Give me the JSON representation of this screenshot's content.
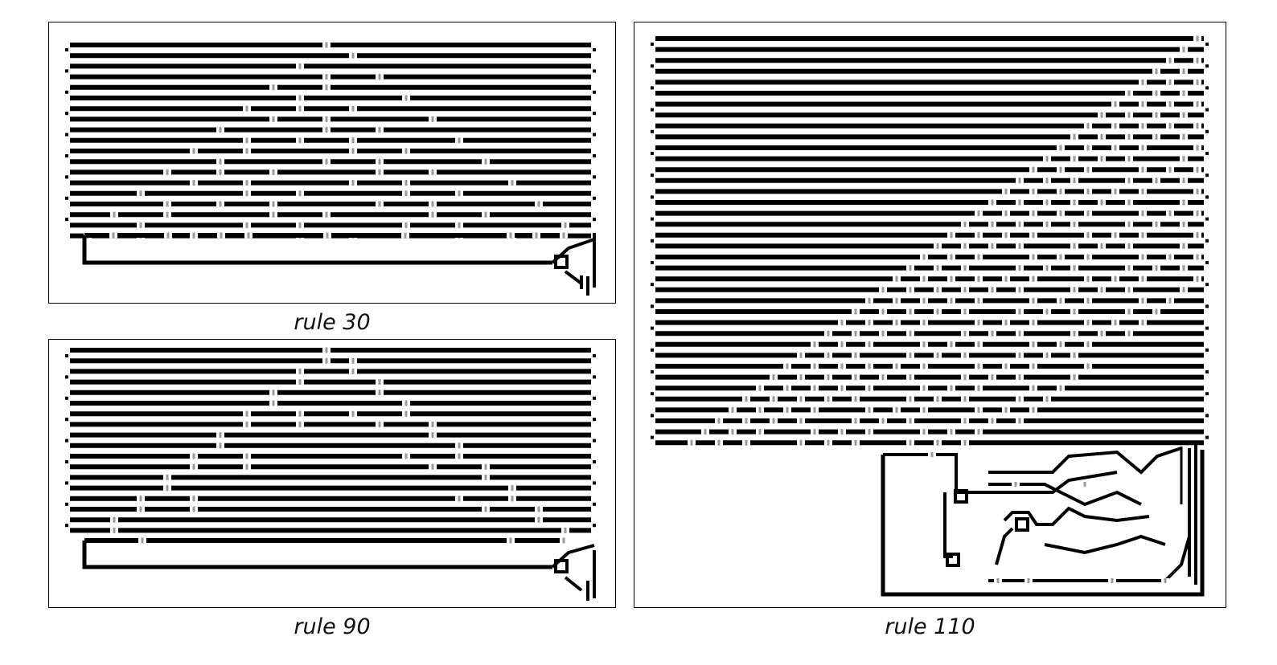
{
  "panels": [
    {
      "id": "r30",
      "caption": "rule 30"
    },
    {
      "id": "r90",
      "caption": "rule 90"
    },
    {
      "id": "r110",
      "caption": "rule 110"
    }
  ],
  "colors": {
    "wire": "#000000",
    "junction": "#9a9a9a",
    "background": "#ffffff"
  }
}
